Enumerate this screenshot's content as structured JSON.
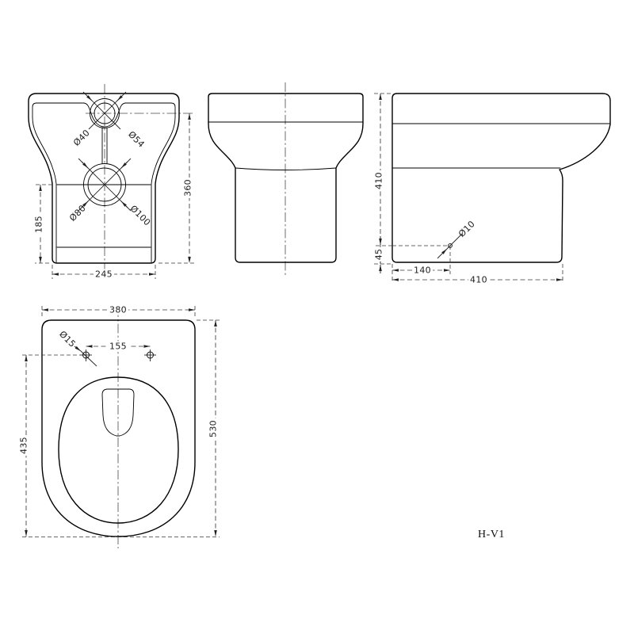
{
  "drawing": {
    "code": "H-V1",
    "back_view": {
      "inlet_inner_d": "Ø40",
      "inlet_outer_d": "Ø54",
      "outlet_inner_d": "Ø80",
      "outlet_outer_d": "Ø100",
      "inlet_center_height": "360",
      "outlet_center_height": "185",
      "base_width": "245"
    },
    "side_view": {
      "total_height": "410",
      "fixing_hole_d": "Ø10",
      "fixing_hole_height": "45",
      "fixing_hole_depth": "140",
      "base_depth": "410"
    },
    "plan_view": {
      "width": "380",
      "fixing_hole_d": "Ø15",
      "fixing_hole_spacing": "155",
      "bowl_length": "435",
      "total_depth": "530"
    }
  }
}
